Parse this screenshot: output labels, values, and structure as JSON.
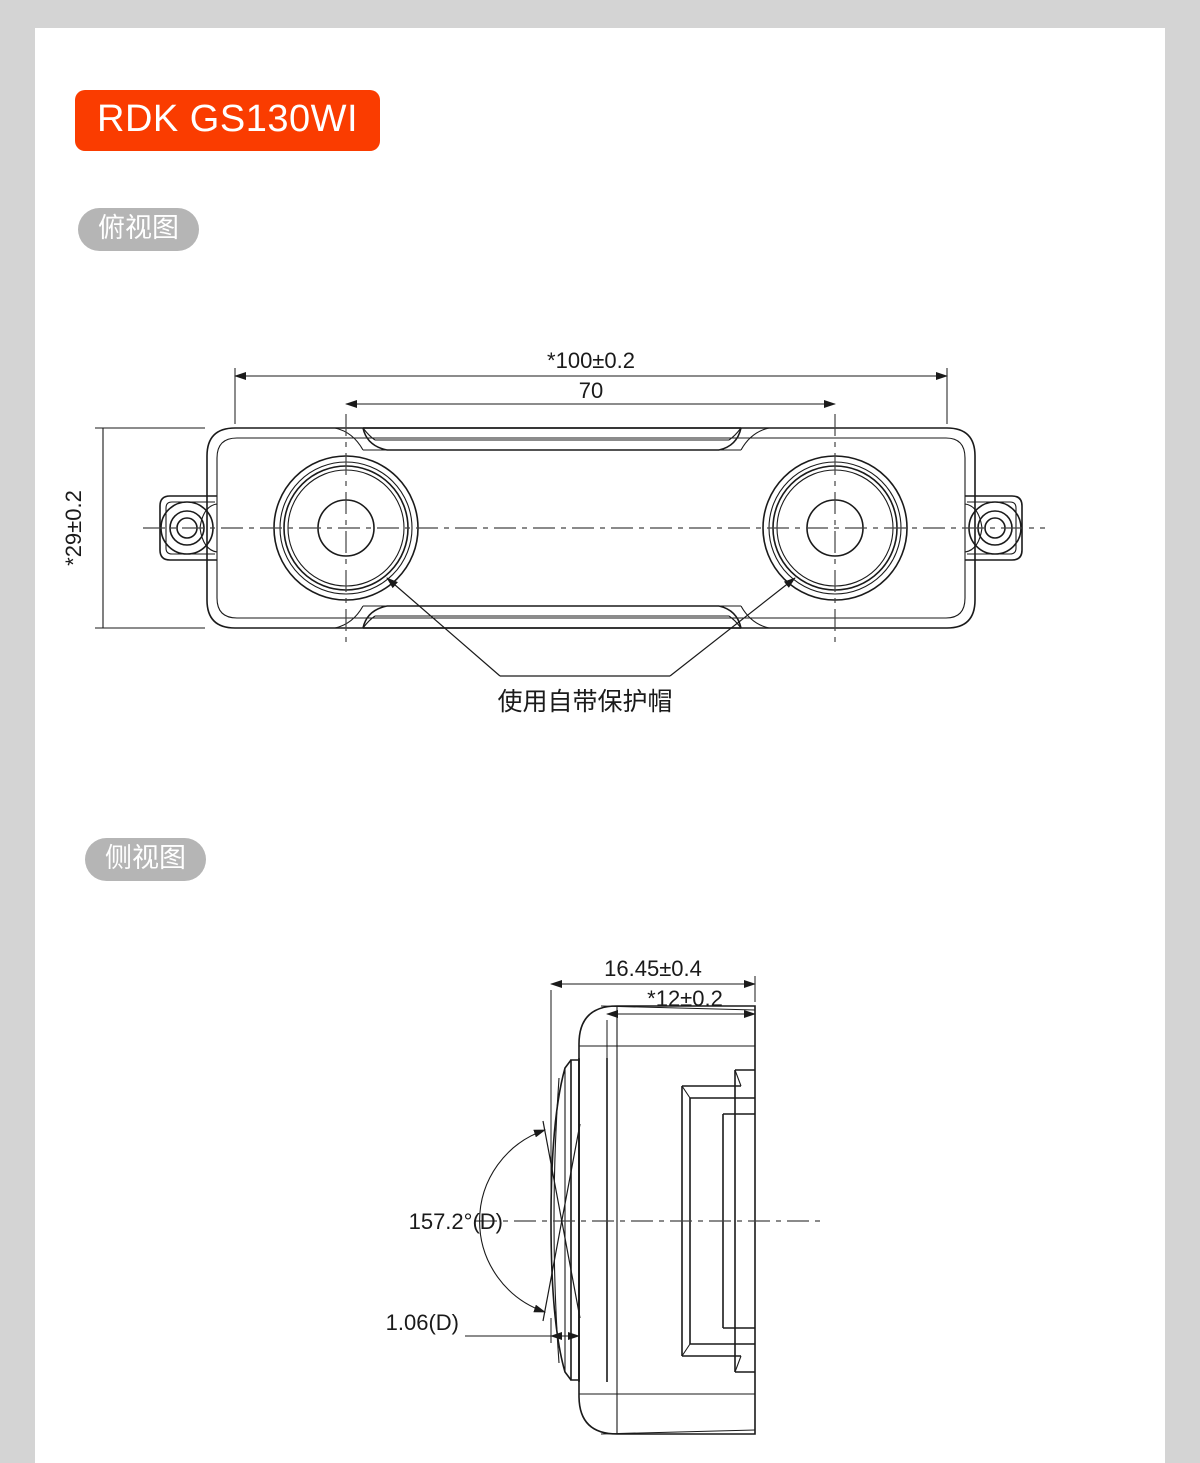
{
  "page": {
    "background_color": "#d4d4d4",
    "sheet_color": "#ffffff"
  },
  "header": {
    "model_title": "RDK GS130WI",
    "badge_color": "#fa3c00",
    "badge_text_color": "#ffffff"
  },
  "sections": [
    {
      "id": "top-view",
      "label": "俯视图",
      "badge_color": "#b5b5b5"
    },
    {
      "id": "side-view",
      "label": "侧视图",
      "badge_color": "#b5b5b5"
    }
  ],
  "top_view": {
    "label": "俯视图",
    "dimensions": {
      "overall_length": "*100±0.2",
      "mount_hole_spacing": "70",
      "overall_height": "*29±0.2"
    },
    "note": "使用自带保护帽"
  },
  "side_view": {
    "label": "侧视图",
    "dimensions": {
      "overall_depth": "16.45±0.4",
      "body_depth": "*12±0.2",
      "lens_angle": "157.2°(D)",
      "lens_protrusion": "1.06(D)"
    }
  },
  "chart_data": {
    "type": "table",
    "title": "RDK GS130WI — 外形尺寸图",
    "categories": [
      "*100±0.2",
      "70",
      "*29±0.2",
      "16.45±0.4",
      "*12±0.2",
      "157.2°(D)",
      "1.06(D)"
    ],
    "values": [
      100,
      70,
      29,
      16.45,
      12,
      157.2,
      1.06
    ],
    "annotations": [
      "使用自带保护帽"
    ],
    "xlabel": "",
    "ylabel": ""
  }
}
